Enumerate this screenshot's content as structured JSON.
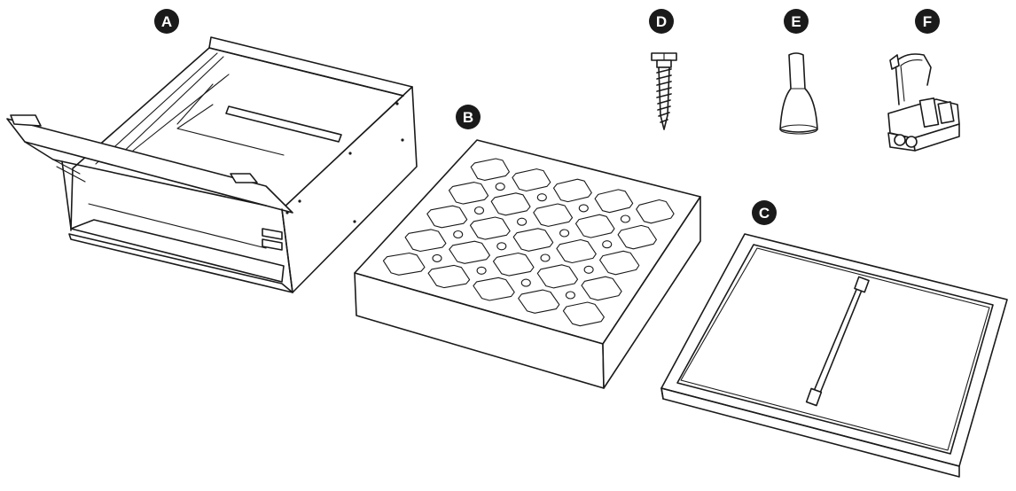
{
  "parts": [
    {
      "key": "A",
      "label": "A",
      "icon": "drawer-frame-icon"
    },
    {
      "key": "B",
      "label": "B",
      "icon": "filter-pad-icon"
    },
    {
      "key": "C",
      "label": "C",
      "icon": "tray-panel-icon"
    },
    {
      "key": "D",
      "label": "D",
      "icon": "screw-icon"
    },
    {
      "key": "E",
      "label": "E",
      "icon": "wire-nut-icon"
    },
    {
      "key": "F",
      "label": "F",
      "icon": "clip-connector-icon"
    }
  ],
  "colors": {
    "line": "#1a1a1a",
    "background": "#ffffff",
    "badge_text": "#ffffff"
  }
}
